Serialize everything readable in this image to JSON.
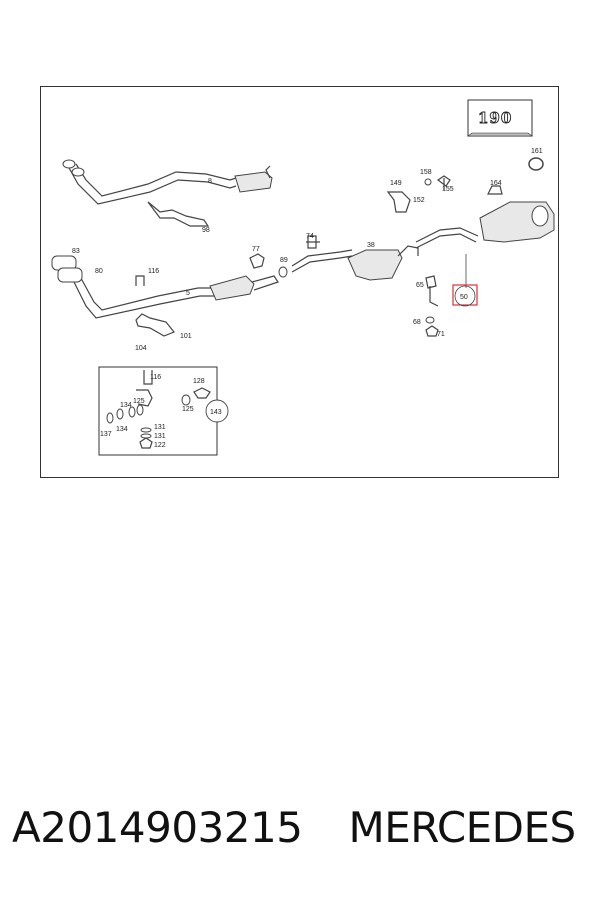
{
  "model_badge": "190",
  "highlighted_callout": "50",
  "callouts": [
    "8",
    "98",
    "83",
    "80",
    "116",
    "5",
    "104",
    "101",
    "77",
    "89",
    "74",
    "38",
    "149",
    "158",
    "155",
    "152",
    "164",
    "161",
    "65",
    "68",
    "71",
    "50",
    "116",
    "128",
    "134",
    "125",
    "125",
    "143",
    "137",
    "134",
    "131",
    "131",
    "122"
  ],
  "caption": {
    "part_number": "A2014903215",
    "brand": "MERCEDES"
  }
}
